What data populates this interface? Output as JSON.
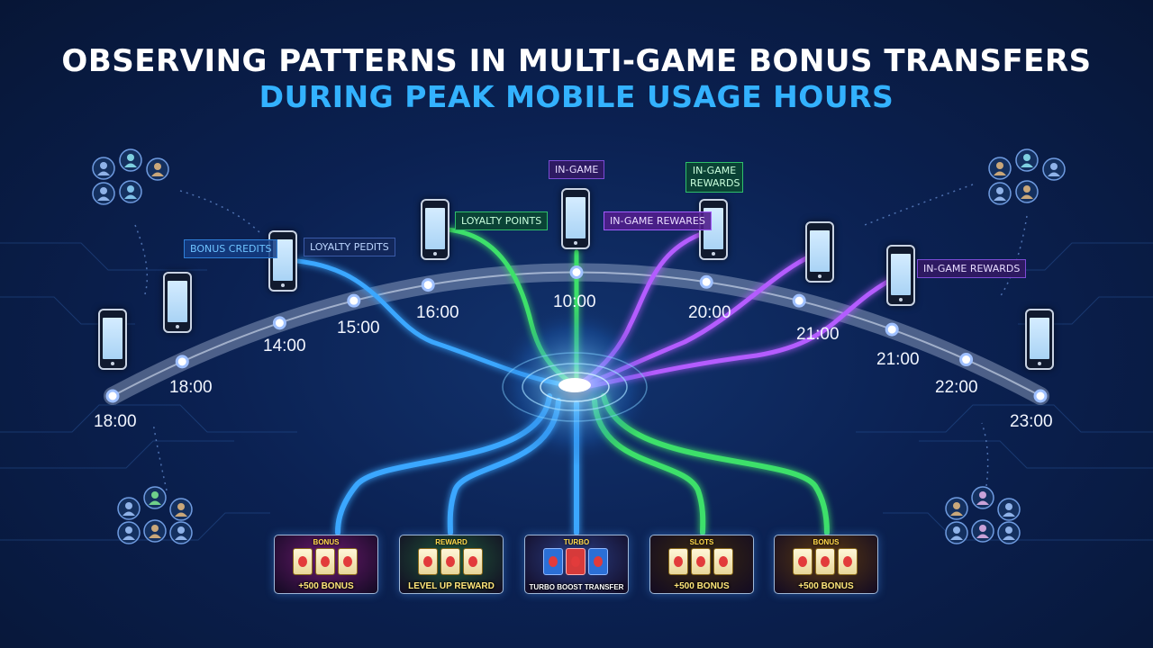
{
  "title": {
    "line1": "OBSERVING PATTERNS IN MULTI-GAME BONUS TRANSFERS",
    "line2": "DURING PEAK MOBILE USAGE HOURS"
  },
  "tags": {
    "bonus_credits": "BONUS CREDITS",
    "loyalty_pedits": "LOYALTY PEDITS",
    "loyalty_points": "LOYALTY POINTS",
    "in_game": "IN-GAME",
    "in_game_rewards_top": "IN-GAME REWARDS",
    "in_game_rewares": "IN-GAME REWARES",
    "in_game_rewards_right": "IN-GAME REWARDS"
  },
  "times": [
    "18:00",
    "18:00",
    "14:00",
    "15:00",
    "16:00",
    "10:00",
    "20:00",
    "21:00",
    "21:00",
    "22:00",
    "23:00"
  ],
  "games": [
    {
      "title": "BONUS",
      "label": "+500 BONUS",
      "bg": "#6a1a6e"
    },
    {
      "title": "REWARD",
      "label": "LEVEL UP REWARD",
      "bg": "#1f5a3a"
    },
    {
      "title": "TURBO",
      "label": "TURBO BOOST TRANSFER",
      "bg": "#2a3f86"
    },
    {
      "title": "SLOTS",
      "label": "+500 BONUS",
      "bg": "#3a2a10"
    },
    {
      "title": "BONUS",
      "label": "+500 BONUS",
      "bg": "#5a3a12"
    }
  ],
  "colors": {
    "blue_stream": "#3aa7ff",
    "green_stream": "#3ee06b",
    "purple_stream": "#b45cff",
    "arc": "#c9d8f0",
    "title_accent": "#33b2ff"
  }
}
